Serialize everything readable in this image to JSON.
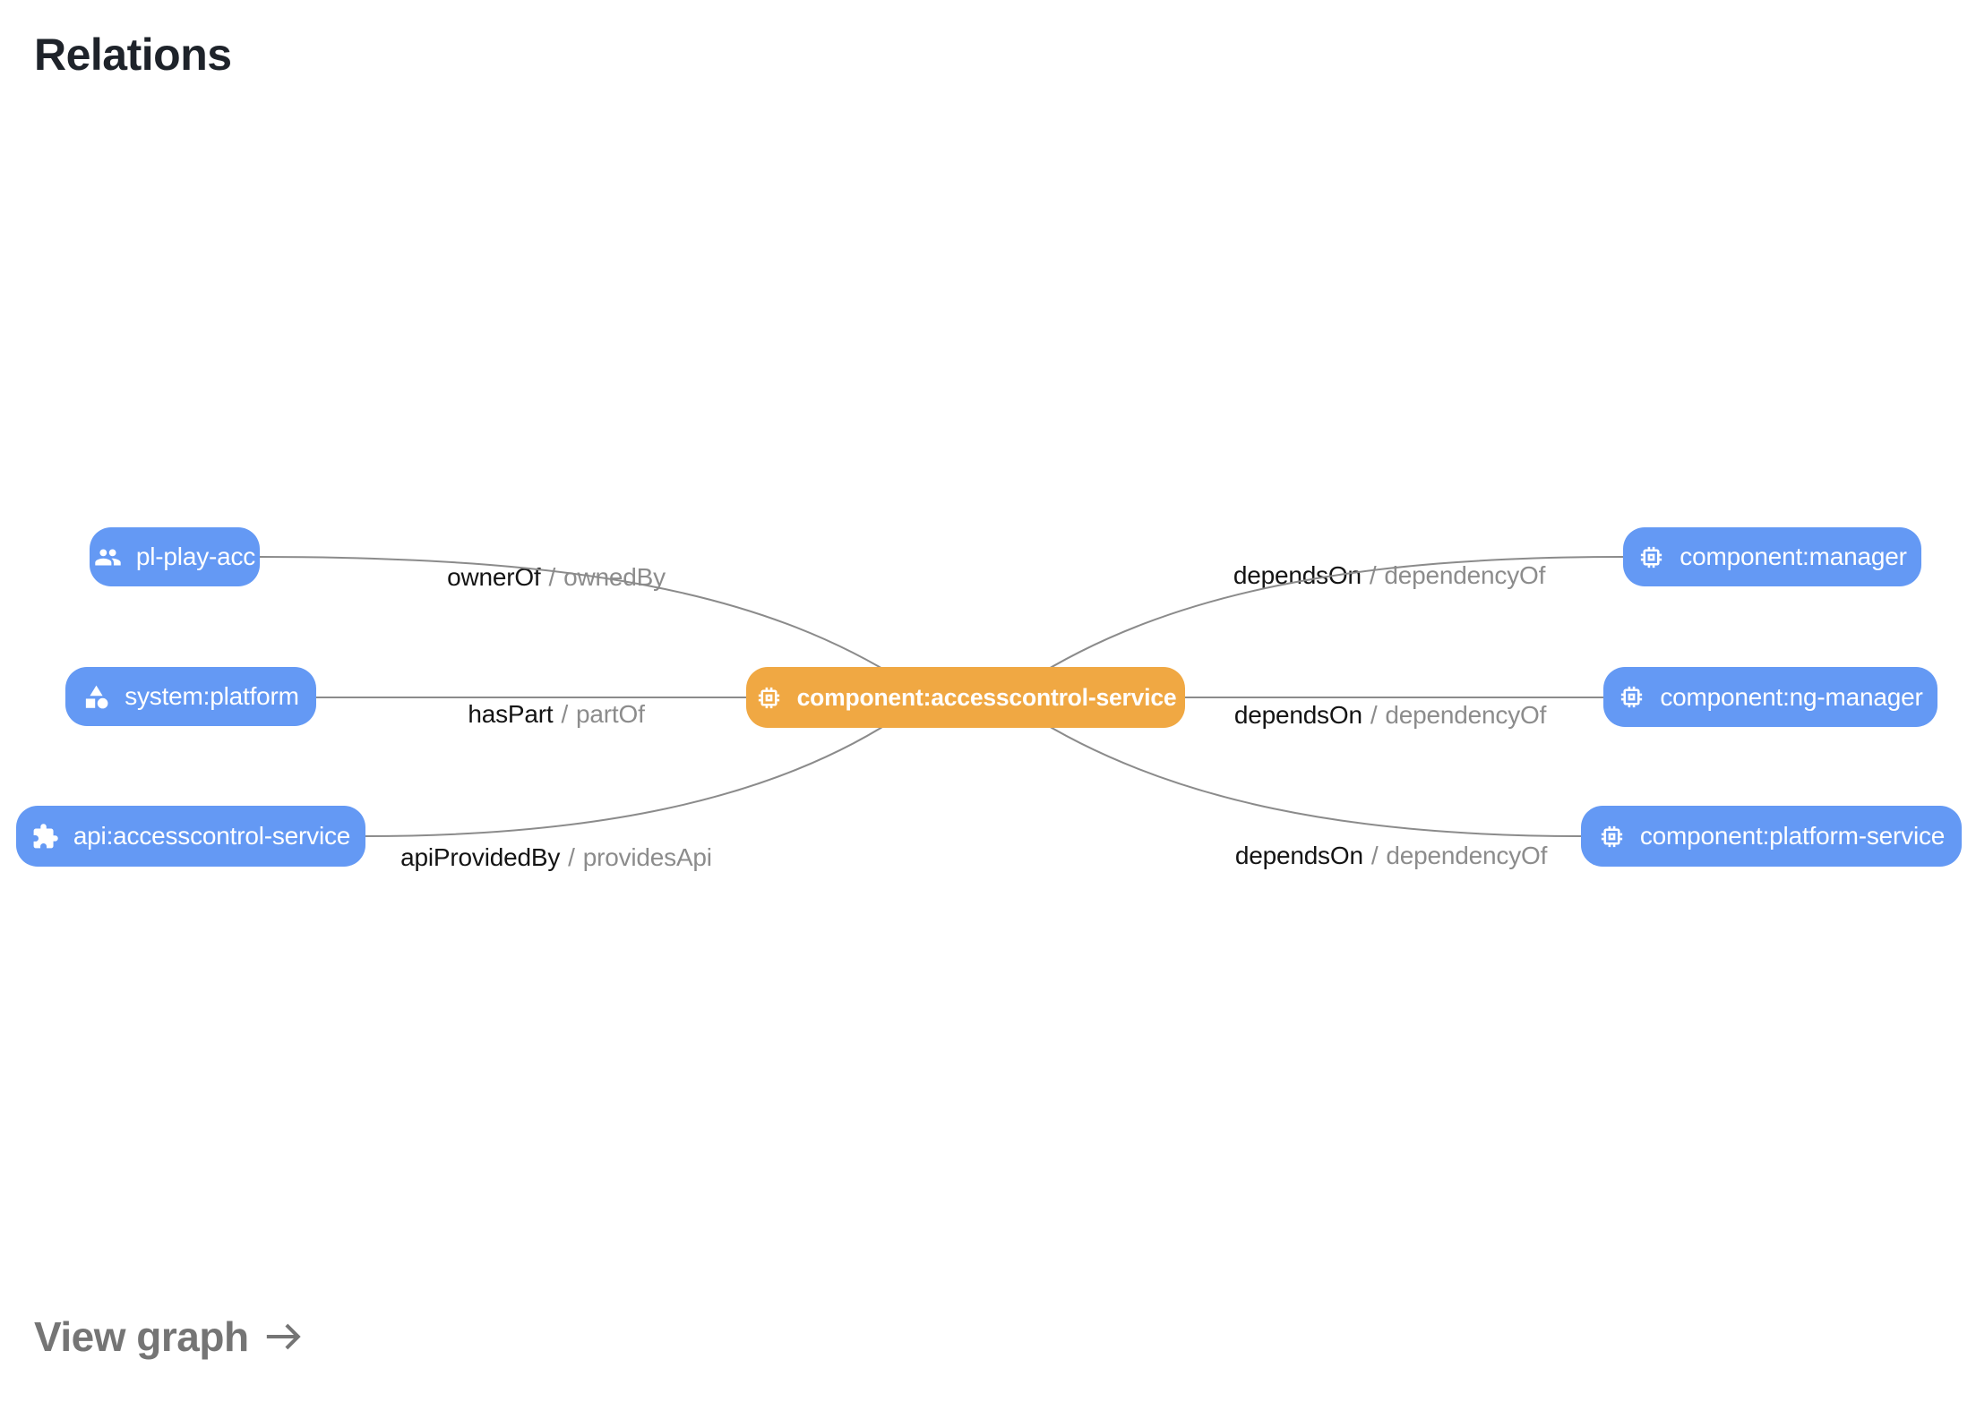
{
  "card": {
    "title": "Relations",
    "footer_link": "View graph"
  },
  "separator": "/",
  "center_node": {
    "label": "component:accesscontrol-service",
    "icon": "chip-icon"
  },
  "left_nodes": [
    {
      "label": "pl-play-acc",
      "icon": "group-icon"
    },
    {
      "label": "system:platform",
      "icon": "category-icon"
    },
    {
      "label": "api:accesscontrol-service",
      "icon": "puzzle-icon"
    }
  ],
  "right_nodes": [
    {
      "label": "component:manager",
      "icon": "chip-icon"
    },
    {
      "label": "component:ng-manager",
      "icon": "chip-icon"
    },
    {
      "label": "component:platform-service",
      "icon": "chip-icon"
    }
  ],
  "edges": [
    {
      "from": "pl-play-acc",
      "to": "component:accesscontrol-service",
      "label": "ownerOf",
      "inverse": "ownedBy"
    },
    {
      "from": "system:platform",
      "to": "component:accesscontrol-service",
      "label": "hasPart",
      "inverse": "partOf"
    },
    {
      "from": "api:accesscontrol-service",
      "to": "component:accesscontrol-service",
      "label": "apiProvidedBy",
      "inverse": "providesApi"
    },
    {
      "from": "component:accesscontrol-service",
      "to": "component:manager",
      "label": "dependsOn",
      "inverse": "dependencyOf"
    },
    {
      "from": "component:accesscontrol-service",
      "to": "component:ng-manager",
      "label": "dependsOn",
      "inverse": "dependencyOf"
    },
    {
      "from": "component:accesscontrol-service",
      "to": "component:platform-service",
      "label": "dependsOn",
      "inverse": "dependencyOf"
    }
  ],
  "colors": {
    "background": "#ffffff",
    "node-blue": "#6499f4",
    "node-orange": "#f0a843",
    "edge": "#8b8b8b",
    "title": "#1e232a",
    "label-primary": "#141414",
    "label-secondary": "#8c8c8c",
    "footer": "#757575"
  }
}
